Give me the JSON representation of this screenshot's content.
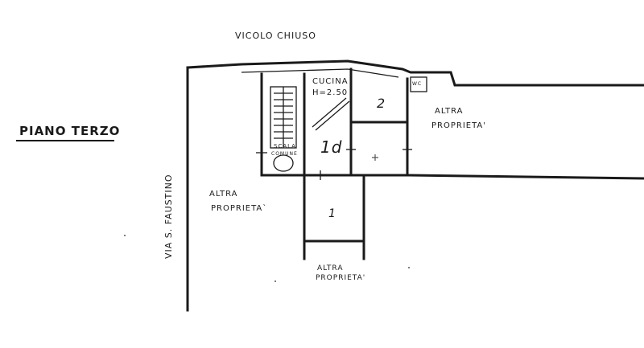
{
  "labels": {
    "title": "PIANO TERZO",
    "street_top": "VICOLO CHIUSO",
    "street_left": "VIA S. FAUSTINO",
    "room_kitchen": "CUCINA",
    "kitchen_height": "H=2.50",
    "stair_line1": "SCALA",
    "stair_line2": "COMUNE",
    "wc": "WC",
    "altra": "ALTRA",
    "proprieta": "PROPRIETA'",
    "proprieta_left": "PROPRIETA`",
    "proprieta_bottom": "PROPRIETA'",
    "unit_number": "1d",
    "mark_2": "2",
    "mark_1": "1"
  }
}
